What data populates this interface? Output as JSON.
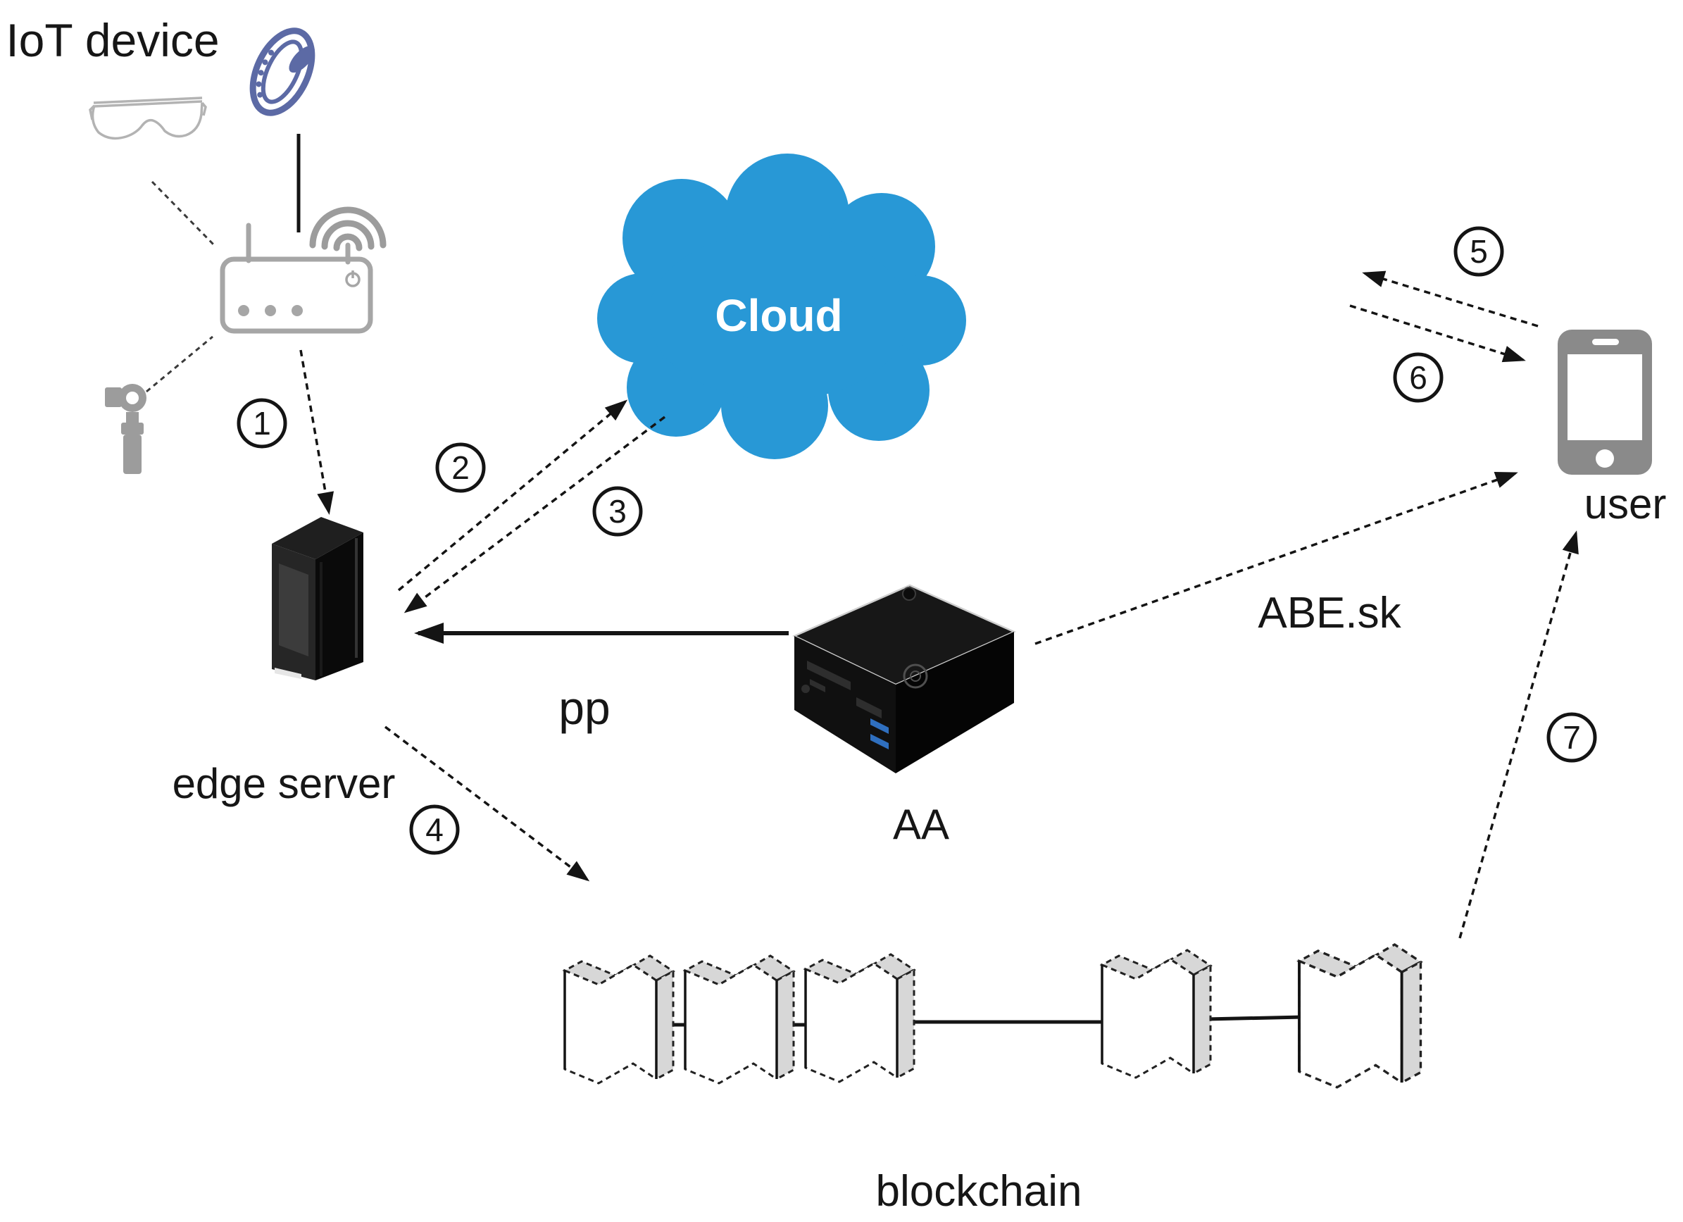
{
  "diagram": {
    "type": "architecture-flow",
    "nodes": {
      "iot_device_label": "IoT device",
      "cloud_label": "Cloud",
      "edge_server_label": "edge server",
      "aa_label": "AA",
      "user_label": "user",
      "blockchain_label": "blockchain"
    },
    "edges": {
      "pp_label": "pp",
      "abe_sk_label": "ABE.sk"
    },
    "steps": [
      "1",
      "2",
      "3",
      "4",
      "5",
      "6",
      "7"
    ],
    "colors": {
      "cloud_fill": "#2898d6",
      "cloud_text": "#ffffff",
      "wearable_band": "#5c6aa5",
      "usb_port_blue": "#2f6fbf",
      "device_gray": "#9c9c9c",
      "line_black": "#141414"
    }
  }
}
